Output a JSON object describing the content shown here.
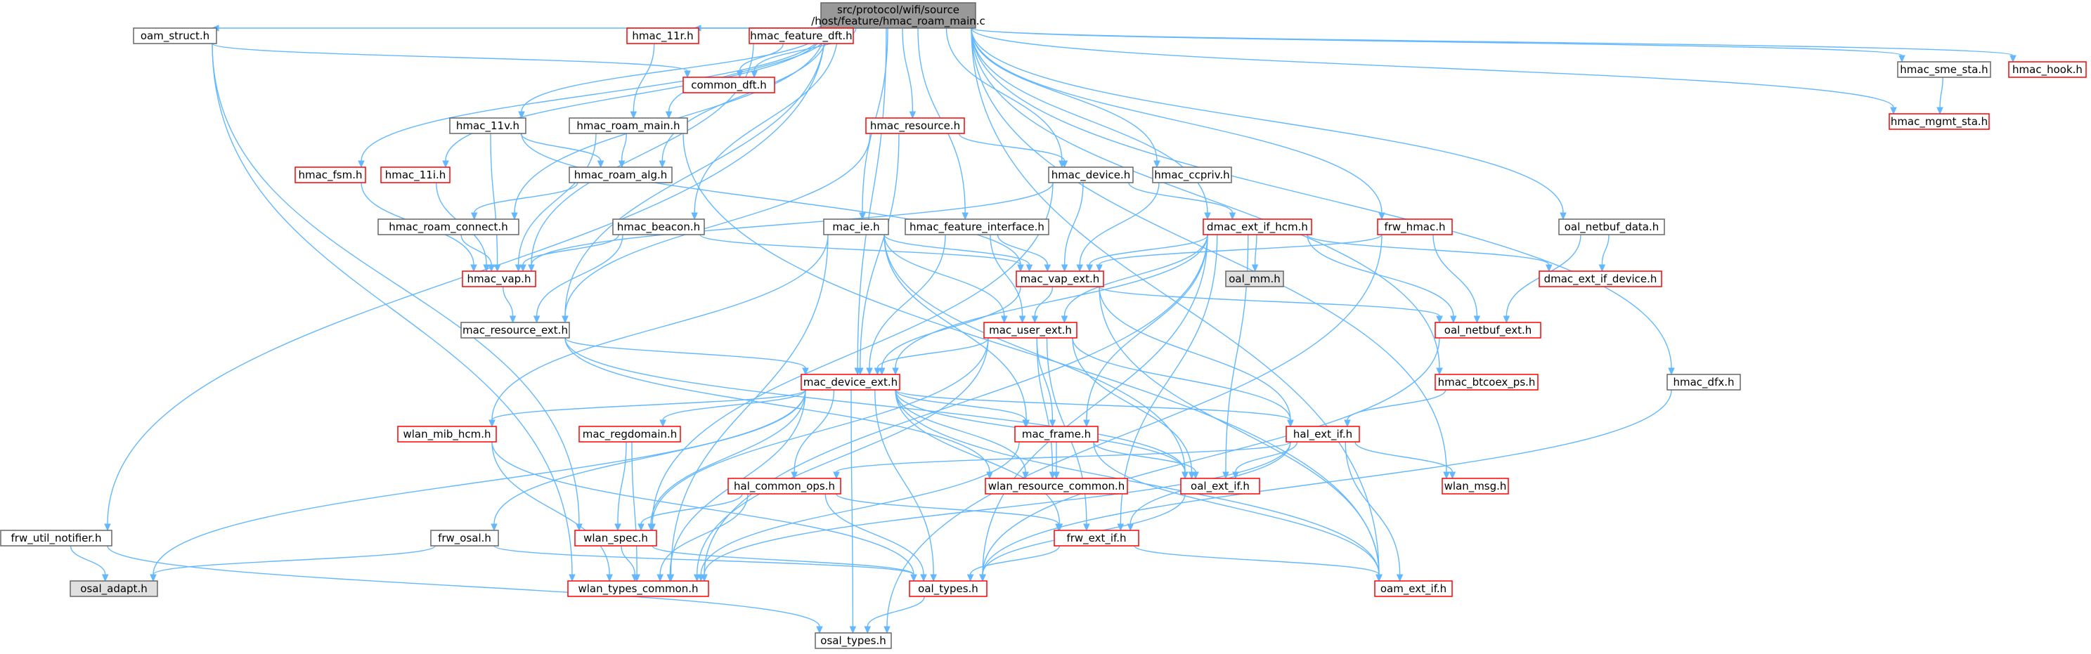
{
  "colors": {
    "edge": "#63b8ff",
    "border_default": "#666666",
    "border_red": "#ff0000",
    "fill_default": "#ffffff",
    "fill_root": "#999999",
    "fill_system": "#e0e0e0"
  },
  "nodes": [
    {
      "id": "root",
      "label": [
        "src/protocol/wifi/source",
        "/host/feature/hmac_roam_main.c"
      ],
      "style": "root"
    },
    {
      "id": "oam_struct",
      "label": [
        "oam_struct.h"
      ],
      "style": "default"
    },
    {
      "id": "hmac_11r",
      "label": [
        "hmac_11r.h"
      ],
      "style": "red"
    },
    {
      "id": "hmac_feature_dft",
      "label": [
        "hmac_feature_dft.h"
      ],
      "style": "red"
    },
    {
      "id": "common_dft",
      "label": [
        "common_dft.h"
      ],
      "style": "red"
    },
    {
      "id": "hmac_sme_sta",
      "label": [
        "hmac_sme_sta.h"
      ],
      "style": "default"
    },
    {
      "id": "hmac_hook",
      "label": [
        "hmac_hook.h"
      ],
      "style": "red"
    },
    {
      "id": "hmac_mgmt_sta",
      "label": [
        "hmac_mgmt_sta.h"
      ],
      "style": "red"
    },
    {
      "id": "hmac_11v",
      "label": [
        "hmac_11v.h"
      ],
      "style": "default"
    },
    {
      "id": "hmac_roam_main_h",
      "label": [
        "hmac_roam_main.h"
      ],
      "style": "default"
    },
    {
      "id": "hmac_resource",
      "label": [
        "hmac_resource.h"
      ],
      "style": "red"
    },
    {
      "id": "hmac_fsm",
      "label": [
        "hmac_fsm.h"
      ],
      "style": "red"
    },
    {
      "id": "hmac_11i",
      "label": [
        "hmac_11i.h"
      ],
      "style": "red"
    },
    {
      "id": "hmac_roam_alg",
      "label": [
        "hmac_roam_alg.h"
      ],
      "style": "default"
    },
    {
      "id": "hmac_device",
      "label": [
        "hmac_device.h"
      ],
      "style": "default"
    },
    {
      "id": "hmac_ccpriv",
      "label": [
        "hmac_ccpriv.h"
      ],
      "style": "default"
    },
    {
      "id": "hmac_roam_connect",
      "label": [
        "hmac_roam_connect.h"
      ],
      "style": "default"
    },
    {
      "id": "hmac_beacon",
      "label": [
        "hmac_beacon.h"
      ],
      "style": "default"
    },
    {
      "id": "mac_ie",
      "label": [
        "mac_ie.h"
      ],
      "style": "default"
    },
    {
      "id": "hmac_feature_interface",
      "label": [
        "hmac_feature_interface.h"
      ],
      "style": "default"
    },
    {
      "id": "dmac_ext_if_hcm",
      "label": [
        "dmac_ext_if_hcm.h"
      ],
      "style": "red"
    },
    {
      "id": "frw_hmac",
      "label": [
        "frw_hmac.h"
      ],
      "style": "red"
    },
    {
      "id": "oal_netbuf_data",
      "label": [
        "oal_netbuf_data.h"
      ],
      "style": "default"
    },
    {
      "id": "hmac_vap",
      "label": [
        "hmac_vap.h"
      ],
      "style": "red"
    },
    {
      "id": "mac_vap_ext",
      "label": [
        "mac_vap_ext.h"
      ],
      "style": "red"
    },
    {
      "id": "oal_mm",
      "label": [
        "oal_mm.h"
      ],
      "style": "system"
    },
    {
      "id": "dmac_ext_if_device",
      "label": [
        "dmac_ext_if_device.h"
      ],
      "style": "red"
    },
    {
      "id": "mac_resource_ext",
      "label": [
        "mac_resource_ext.h"
      ],
      "style": "default"
    },
    {
      "id": "mac_user_ext",
      "label": [
        "mac_user_ext.h"
      ],
      "style": "red"
    },
    {
      "id": "oal_netbuf_ext",
      "label": [
        "oal_netbuf_ext.h"
      ],
      "style": "red"
    },
    {
      "id": "mac_device_ext",
      "label": [
        "mac_device_ext.h"
      ],
      "style": "red"
    },
    {
      "id": "hmac_btcoex_ps",
      "label": [
        "hmac_btcoex_ps.h"
      ],
      "style": "red"
    },
    {
      "id": "hmac_dfx",
      "label": [
        "hmac_dfx.h"
      ],
      "style": "default"
    },
    {
      "id": "wlan_mib_hcm",
      "label": [
        "wlan_mib_hcm.h"
      ],
      "style": "red"
    },
    {
      "id": "mac_regdomain",
      "label": [
        "mac_regdomain.h"
      ],
      "style": "red"
    },
    {
      "id": "mac_frame",
      "label": [
        "mac_frame.h"
      ],
      "style": "red"
    },
    {
      "id": "hal_ext_if",
      "label": [
        "hal_ext_if.h"
      ],
      "style": "red"
    },
    {
      "id": "hal_common_ops",
      "label": [
        "hal_common_ops.h"
      ],
      "style": "red"
    },
    {
      "id": "wlan_resource_common",
      "label": [
        "wlan_resource_common.h"
      ],
      "style": "red"
    },
    {
      "id": "oal_ext_if",
      "label": [
        "oal_ext_if.h"
      ],
      "style": "red"
    },
    {
      "id": "wlan_msg",
      "label": [
        "wlan_msg.h"
      ],
      "style": "red"
    },
    {
      "id": "frw_util_notifier",
      "label": [
        "frw_util_notifier.h"
      ],
      "style": "default"
    },
    {
      "id": "frw_osal",
      "label": [
        "frw_osal.h"
      ],
      "style": "default"
    },
    {
      "id": "wlan_spec",
      "label": [
        "wlan_spec.h"
      ],
      "style": "red"
    },
    {
      "id": "frw_ext_if",
      "label": [
        "frw_ext_if.h"
      ],
      "style": "red"
    },
    {
      "id": "osal_adapt",
      "label": [
        "osal_adapt.h"
      ],
      "style": "system"
    },
    {
      "id": "wlan_types_common",
      "label": [
        "wlan_types_common.h"
      ],
      "style": "red"
    },
    {
      "id": "oal_types",
      "label": [
        "oal_types.h"
      ],
      "style": "red"
    },
    {
      "id": "oam_ext_if",
      "label": [
        "oam_ext_if.h"
      ],
      "style": "red"
    },
    {
      "id": "osal_types",
      "label": [
        "osal_types.h"
      ],
      "style": "default"
    }
  ],
  "edges": [
    [
      "root",
      "oam_struct"
    ],
    [
      "root",
      "hmac_11r"
    ],
    [
      "root",
      "hmac_feature_dft"
    ],
    [
      "root",
      "common_dft"
    ],
    [
      "root",
      "hmac_sme_sta"
    ],
    [
      "root",
      "hmac_hook"
    ],
    [
      "root",
      "hmac_mgmt_sta"
    ],
    [
      "root",
      "hmac_11v"
    ],
    [
      "root",
      "hmac_roam_main_h"
    ],
    [
      "root",
      "hmac_resource"
    ],
    [
      "root",
      "hmac_fsm"
    ],
    [
      "root",
      "hmac_11i"
    ],
    [
      "root",
      "hmac_roam_alg"
    ],
    [
      "root",
      "hmac_device"
    ],
    [
      "root",
      "hmac_ccpriv"
    ],
    [
      "root",
      "hmac_roam_connect"
    ],
    [
      "root",
      "hmac_beacon"
    ],
    [
      "root",
      "mac_ie"
    ],
    [
      "root",
      "hmac_feature_interface"
    ],
    [
      "root",
      "dmac_ext_if_hcm"
    ],
    [
      "root",
      "frw_hmac"
    ],
    [
      "root",
      "oal_netbuf_data"
    ],
    [
      "root",
      "mac_resource_ext"
    ],
    [
      "root",
      "mac_device_ext"
    ],
    [
      "root",
      "hmac_btcoex_ps"
    ],
    [
      "root",
      "hmac_dfx"
    ],
    [
      "root",
      "wlan_msg"
    ],
    [
      "root",
      "frw_util_notifier"
    ],
    [
      "root",
      "oam_ext_if"
    ],
    [
      "oam_struct",
      "common_dft"
    ],
    [
      "oam_struct",
      "wlan_types_common"
    ],
    [
      "oam_struct",
      "wlan_spec"
    ],
    [
      "hmac_11r",
      "hmac_roam_main_h"
    ],
    [
      "hmac_feature_dft",
      "common_dft"
    ],
    [
      "hmac_feature_dft",
      "hmac_vap"
    ],
    [
      "hmac_sme_sta",
      "hmac_mgmt_sta"
    ],
    [
      "hmac_11v",
      "hmac_roam_alg"
    ],
    [
      "hmac_11v",
      "hmac_vap"
    ],
    [
      "hmac_11v",
      "mac_vap_ext"
    ],
    [
      "hmac_roam_main_h",
      "hmac_roam_alg"
    ],
    [
      "hmac_roam_main_h",
      "hmac_vap"
    ],
    [
      "hmac_roam_main_h",
      "oam_ext_if"
    ],
    [
      "hmac_resource",
      "hmac_device"
    ],
    [
      "hmac_resource",
      "mac_resource_ext"
    ],
    [
      "hmac_resource",
      "mac_device_ext"
    ],
    [
      "hmac_fsm",
      "hmac_vap"
    ],
    [
      "hmac_11i",
      "hmac_vap"
    ],
    [
      "hmac_roam_alg",
      "hmac_roam_connect"
    ],
    [
      "hmac_device",
      "dmac_ext_if_hcm"
    ],
    [
      "hmac_device",
      "mac_vap_ext"
    ],
    [
      "hmac_device",
      "hmac_vap"
    ],
    [
      "hmac_device",
      "wlan_spec"
    ],
    [
      "hmac_ccpriv",
      "mac_vap_ext"
    ],
    [
      "hmac_roam_connect",
      "hmac_vap"
    ],
    [
      "hmac_beacon",
      "hmac_vap"
    ],
    [
      "hmac_beacon",
      "mac_resource_ext"
    ],
    [
      "hmac_beacon",
      "mac_vap_ext"
    ],
    [
      "mac_ie",
      "mac_user_ext"
    ],
    [
      "mac_ie",
      "mac_frame"
    ],
    [
      "mac_ie",
      "oal_ext_if"
    ],
    [
      "mac_ie",
      "wlan_mib_hcm"
    ],
    [
      "mac_ie",
      "wlan_types_common"
    ],
    [
      "mac_ie",
      "mac_vap_ext"
    ],
    [
      "hmac_feature_interface",
      "mac_vap_ext"
    ],
    [
      "hmac_feature_interface",
      "mac_user_ext"
    ],
    [
      "hmac_feature_interface",
      "mac_device_ext"
    ],
    [
      "dmac_ext_if_hcm",
      "mac_vap_ext"
    ],
    [
      "dmac_ext_if_hcm",
      "oal_mm"
    ],
    [
      "dmac_ext_if_hcm",
      "dmac_ext_if_device"
    ],
    [
      "dmac_ext_if_hcm",
      "oal_netbuf_ext"
    ],
    [
      "dmac_ext_if_hcm",
      "mac_user_ext"
    ],
    [
      "dmac_ext_if_hcm",
      "mac_device_ext"
    ],
    [
      "dmac_ext_if_hcm",
      "mac_frame"
    ],
    [
      "dmac_ext_if_hcm",
      "oal_ext_if"
    ],
    [
      "dmac_ext_if_hcm",
      "frw_ext_if"
    ],
    [
      "dmac_ext_if_hcm",
      "oal_types"
    ],
    [
      "dmac_ext_if_hcm",
      "wlan_types_common"
    ],
    [
      "frw_hmac",
      "mac_vap_ext"
    ],
    [
      "frw_hmac",
      "oal_netbuf_ext"
    ],
    [
      "frw_hmac",
      "osal_types"
    ],
    [
      "oal_netbuf_data",
      "dmac_ext_if_device"
    ],
    [
      "oal_netbuf_data",
      "oal_netbuf_ext"
    ],
    [
      "hmac_vap",
      "mac_resource_ext"
    ],
    [
      "mac_vap_ext",
      "mac_user_ext"
    ],
    [
      "mac_vap_ext",
      "mac_device_ext"
    ],
    [
      "mac_vap_ext",
      "oal_netbuf_ext"
    ],
    [
      "mac_vap_ext",
      "hal_ext_if"
    ],
    [
      "mac_vap_ext",
      "oam_ext_if"
    ],
    [
      "mac_resource_ext",
      "mac_device_ext"
    ],
    [
      "mac_resource_ext",
      "oal_ext_if"
    ],
    [
      "mac_resource_ext",
      "wlan_resource_common"
    ],
    [
      "mac_user_ext",
      "mac_device_ext"
    ],
    [
      "mac_user_ext",
      "mac_frame"
    ],
    [
      "mac_user_ext",
      "hal_ext_if"
    ],
    [
      "mac_user_ext",
      "oal_ext_if"
    ],
    [
      "mac_user_ext",
      "wlan_resource_common"
    ],
    [
      "mac_user_ext",
      "frw_ext_if"
    ],
    [
      "mac_user_ext",
      "wlan_spec"
    ],
    [
      "mac_user_ext",
      "wlan_types_common"
    ],
    [
      "oal_netbuf_ext",
      "oal_types"
    ],
    [
      "mac_device_ext",
      "wlan_mib_hcm"
    ],
    [
      "mac_device_ext",
      "mac_regdomain"
    ],
    [
      "mac_device_ext",
      "mac_frame"
    ],
    [
      "mac_device_ext",
      "hal_ext_if"
    ],
    [
      "mac_device_ext",
      "hal_common_ops"
    ],
    [
      "mac_device_ext",
      "wlan_resource_common"
    ],
    [
      "mac_device_ext",
      "oal_ext_if"
    ],
    [
      "mac_device_ext",
      "frw_osal"
    ],
    [
      "mac_device_ext",
      "wlan_spec"
    ],
    [
      "mac_device_ext",
      "frw_ext_if"
    ],
    [
      "mac_device_ext",
      "osal_adapt"
    ],
    [
      "mac_device_ext",
      "wlan_types_common"
    ],
    [
      "mac_device_ext",
      "oal_types"
    ],
    [
      "mac_device_ext",
      "oam_ext_if"
    ],
    [
      "mac_device_ext",
      "osal_types"
    ],
    [
      "hmac_btcoex_ps",
      "hal_ext_if"
    ],
    [
      "hmac_dfx",
      "oal_types"
    ],
    [
      "wlan_mib_hcm",
      "wlan_types_common"
    ],
    [
      "wlan_mib_hcm",
      "oal_types"
    ],
    [
      "mac_regdomain",
      "wlan_spec"
    ],
    [
      "mac_regdomain",
      "wlan_types_common"
    ],
    [
      "mac_frame",
      "wlan_resource_common"
    ],
    [
      "mac_frame",
      "oal_ext_if"
    ],
    [
      "mac_frame",
      "wlan_types_common"
    ],
    [
      "mac_frame",
      "oam_ext_if"
    ],
    [
      "hal_ext_if",
      "oal_ext_if"
    ],
    [
      "hal_ext_if",
      "wlan_msg"
    ],
    [
      "hal_ext_if",
      "hal_common_ops"
    ],
    [
      "hal_ext_if",
      "frw_ext_if"
    ],
    [
      "hal_ext_if",
      "wlan_types_common"
    ],
    [
      "hal_ext_if",
      "oam_ext_if"
    ],
    [
      "hal_common_ops",
      "wlan_spec"
    ],
    [
      "hal_common_ops",
      "frw_ext_if"
    ],
    [
      "hal_common_ops",
      "wlan_types_common"
    ],
    [
      "hal_common_ops",
      "oal_types"
    ],
    [
      "oal_ext_if",
      "oal_types"
    ],
    [
      "frw_util_notifier",
      "osal_adapt"
    ],
    [
      "frw_util_notifier",
      "osal_types"
    ],
    [
      "frw_osal",
      "osal_adapt"
    ],
    [
      "frw_osal",
      "oal_types"
    ],
    [
      "wlan_spec",
      "wlan_types_common"
    ],
    [
      "wlan_spec",
      "oal_types"
    ],
    [
      "frw_ext_if",
      "oal_types"
    ],
    [
      "frw_ext_if",
      "oam_ext_if"
    ],
    [
      "oal_types",
      "osal_types"
    ]
  ]
}
